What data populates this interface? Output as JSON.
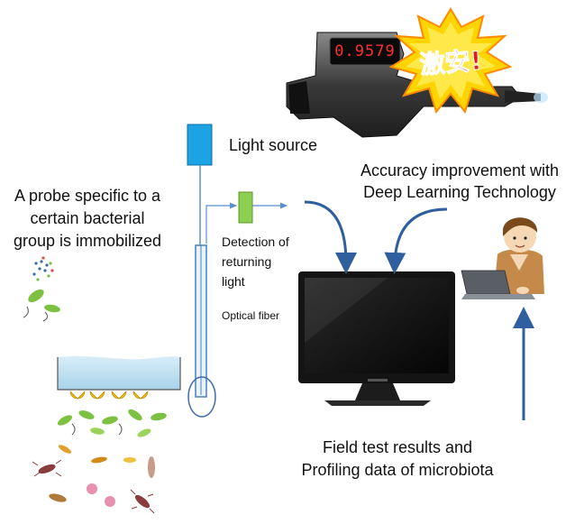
{
  "device": {
    "display_value": "0.9579",
    "badge_text": "激安!"
  },
  "labels": {
    "light_source": "Light source",
    "accuracy_line1": "Accuracy improvement with",
    "accuracy_line2": "Deep Learning Technology",
    "probe_line1": "A probe specific to a",
    "probe_line2": "certain bacterial",
    "probe_line3": "group is immobilized",
    "detection_line1": "Detection of",
    "detection_line2": "returning",
    "detection_line3": "light",
    "optical_fiber": "Optical fiber",
    "results_line1": "Field test results and",
    "results_line2": "Profiling data of microbiota"
  },
  "colors": {
    "light_source_box": "#1ca3e3",
    "detector_box": "#8dcf53",
    "arrow_blue": "#2f5f9e",
    "fiber_blue": "#5a8fcf",
    "water": "#cfe8f5",
    "probe_gold": "#f2b705",
    "monitor_black": "#1a1a1a",
    "device_display_red": "#ff3030",
    "badge_yellow": "#ffd400"
  },
  "icons": {
    "device": "handheld-sensor-device-icon",
    "monitor": "computer-monitor-icon",
    "person": "person-with-laptop-icon",
    "bacteria": "bacteria-cluster-icon",
    "vessel": "sample-vessel-icon"
  }
}
